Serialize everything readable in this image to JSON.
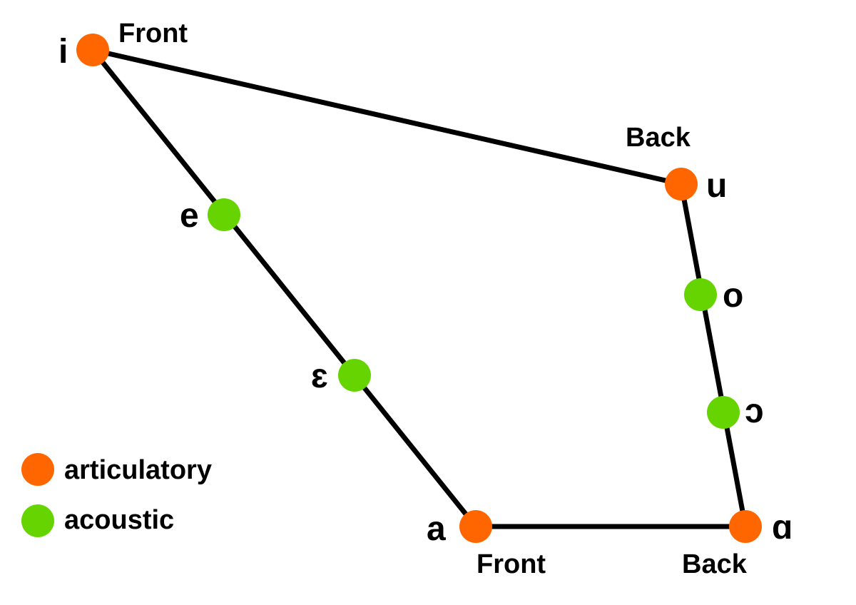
{
  "colors": {
    "articulatory": "#ff6600",
    "acoustic": "#66d400",
    "line": "#000000"
  },
  "vowels": {
    "i": {
      "symbol": "i",
      "kind": "articulatory"
    },
    "e": {
      "symbol": "e",
      "kind": "acoustic"
    },
    "epsilon": {
      "symbol": "ɛ",
      "kind": "acoustic"
    },
    "a": {
      "symbol": "a",
      "kind": "articulatory"
    },
    "u": {
      "symbol": "u",
      "kind": "articulatory"
    },
    "o": {
      "symbol": "o",
      "kind": "acoustic"
    },
    "open_o": {
      "symbol": "ɔ",
      "kind": "acoustic"
    },
    "script_a": {
      "symbol": "ɑ",
      "kind": "articulatory"
    }
  },
  "region_labels": {
    "top_front": "Front",
    "top_back": "Back",
    "bottom_front": "Front",
    "bottom_back": "Back"
  },
  "legend": {
    "articulatory": "articulatory",
    "acoustic": "acoustic"
  }
}
